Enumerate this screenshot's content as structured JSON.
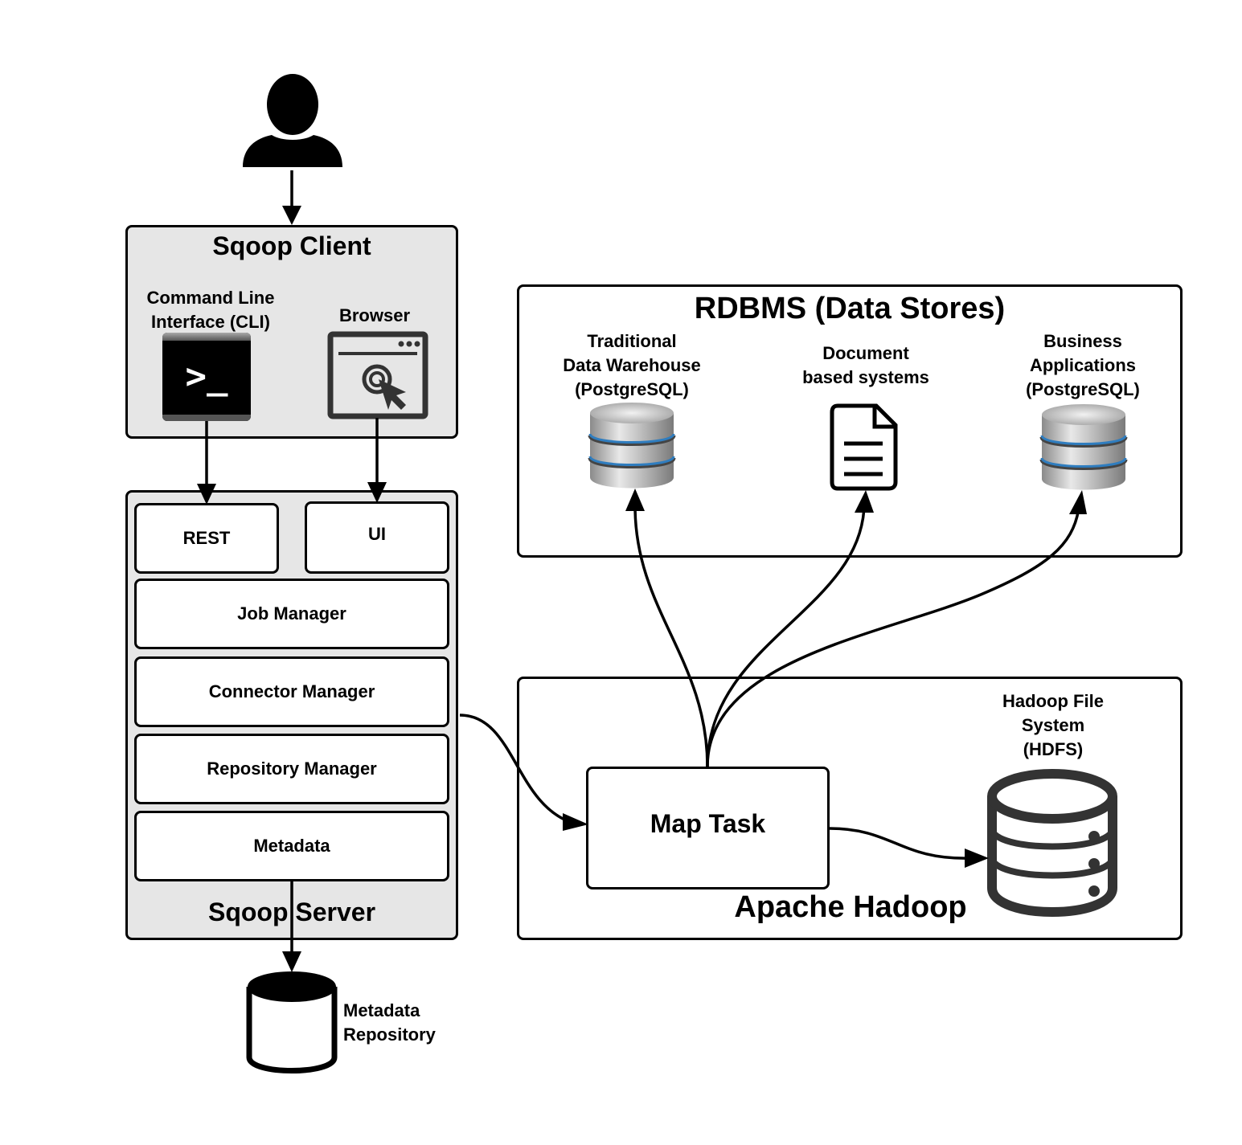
{
  "user": {
    "icon": "user-icon"
  },
  "sqoop_client": {
    "title": "Sqoop Client",
    "cli": {
      "label_line1": "Command Line",
      "label_line2": "Interface (CLI)",
      "icon": "terminal-icon",
      "glyph": ">_"
    },
    "browser": {
      "label": "Browser",
      "icon": "browser-click-icon"
    }
  },
  "sqoop_server": {
    "title": "Sqoop Server",
    "components": {
      "rest": "REST",
      "ui": "UI",
      "job_manager": "Job Manager",
      "connector_manager": "Connector Manager",
      "repository_manager": "Repository Manager",
      "metadata": "Metadata"
    }
  },
  "metadata_repository": {
    "label_line1": "Metadata",
    "label_line2": "Repository",
    "icon": "database-cylinder-icon"
  },
  "rdbms": {
    "title": "RDBMS (Data Stores)",
    "stores": [
      {
        "lines": [
          "Traditional",
          "Data Warehouse",
          "(PostgreSQL)"
        ],
        "icon": "database-icon"
      },
      {
        "lines": [
          "Document",
          "based systems"
        ],
        "icon": "document-icon"
      },
      {
        "lines": [
          "Business",
          "Applications",
          "(PostgreSQL)"
        ],
        "icon": "database-icon"
      }
    ]
  },
  "hadoop": {
    "title": "Apache Hadoop",
    "map_task": "Map Task",
    "hdfs": {
      "lines": [
        "Hadoop File",
        "System",
        "(HDFS)"
      ],
      "icon": "hdfs-server-icon"
    }
  },
  "colors": {
    "box_fill": "#e6e6e6",
    "stroke": "#000000",
    "db_ring": "#2f7dbf",
    "icon_dark": "#333333"
  }
}
